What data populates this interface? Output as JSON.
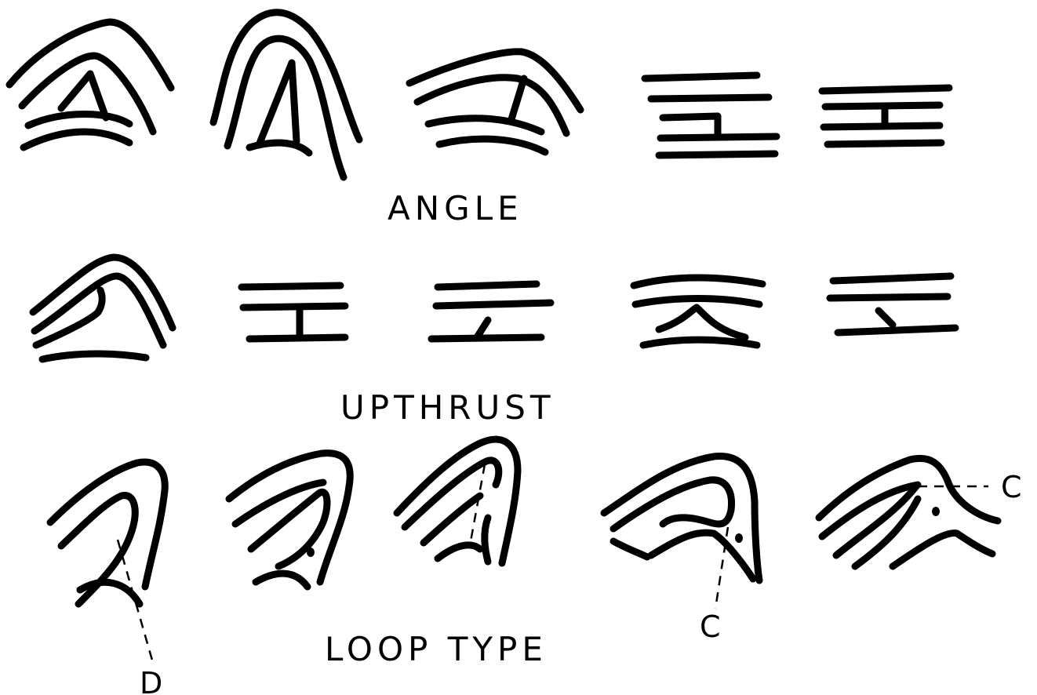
{
  "labels": {
    "angle": "ANGLE",
    "upthrust": "UPTHRUST",
    "loop_type": "LOOP TYPE"
  },
  "markers": {
    "d": "D",
    "c_bottom": "C",
    "c_right": "C"
  },
  "colors": {
    "ink": "#000000",
    "paper": "#ffffff"
  }
}
